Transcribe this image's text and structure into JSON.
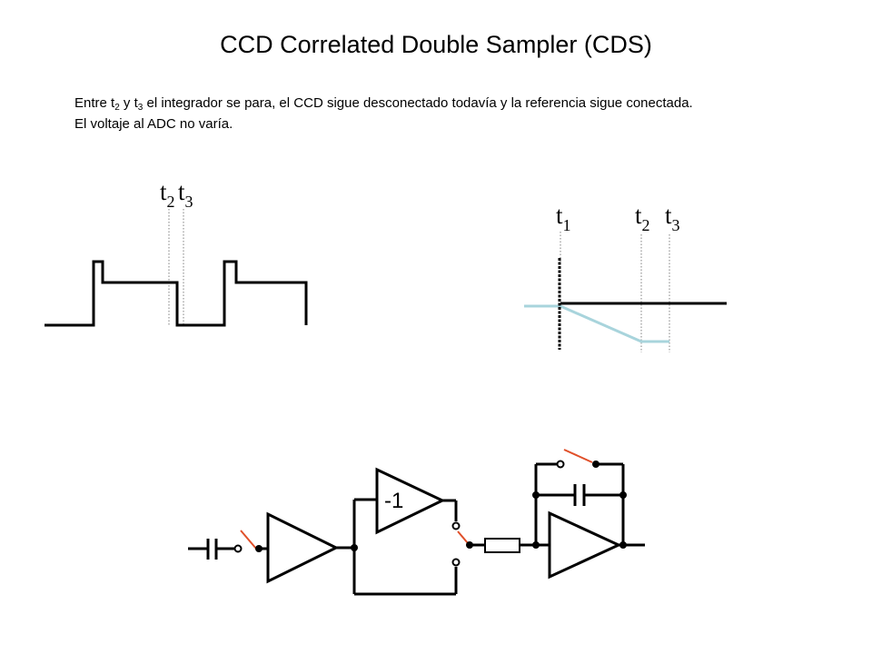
{
  "title": "CCD Correlated Double Sampler (CDS)",
  "description": {
    "line1": {
      "entre": "Entre ",
      "t2_base": "t",
      "t2_sub": "2",
      "y": " y ",
      "t3_base": "t",
      "t3_sub": "3",
      "rest": " el integrador se para, el CCD sigue desconectado todavía y la referencia sigue conectada."
    },
    "line2": "El voltaje al ADC no varía."
  },
  "left_timing": {
    "t2": {
      "base": "t",
      "sub": "2"
    },
    "t3": {
      "base": "t",
      "sub": "3"
    }
  },
  "right_timing": {
    "t1": {
      "base": "t",
      "sub": "1"
    },
    "t2": {
      "base": "t",
      "sub": "2"
    },
    "t3": {
      "base": "t",
      "sub": "3"
    }
  },
  "circuit": {
    "inverter_label": "-1"
  },
  "colors": {
    "line": "#000000",
    "switch_blade": "#e0502a",
    "integrator_trace": "#a8d4dc",
    "marker_dotted": "#808080"
  }
}
